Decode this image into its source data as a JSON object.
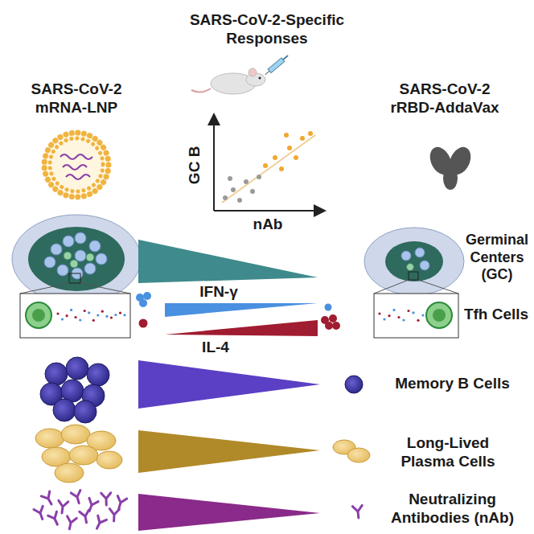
{
  "diagram": {
    "title": "SARS-CoV-2-Specific Responses",
    "labels": [
      "SARS-CoV-2 mRNA-LNP",
      "SARS-CoV-2 rRBD-AddaVax",
      "GC B",
      "nAb",
      "Germinal Centers (GC)",
      "IFN-γ",
      "IL-4",
      "Tfh Cells",
      "Memory B Cells",
      "Long-Lived Plasma Cells",
      "Neutralizing Antibodies (nAb)"
    ]
  }
}
